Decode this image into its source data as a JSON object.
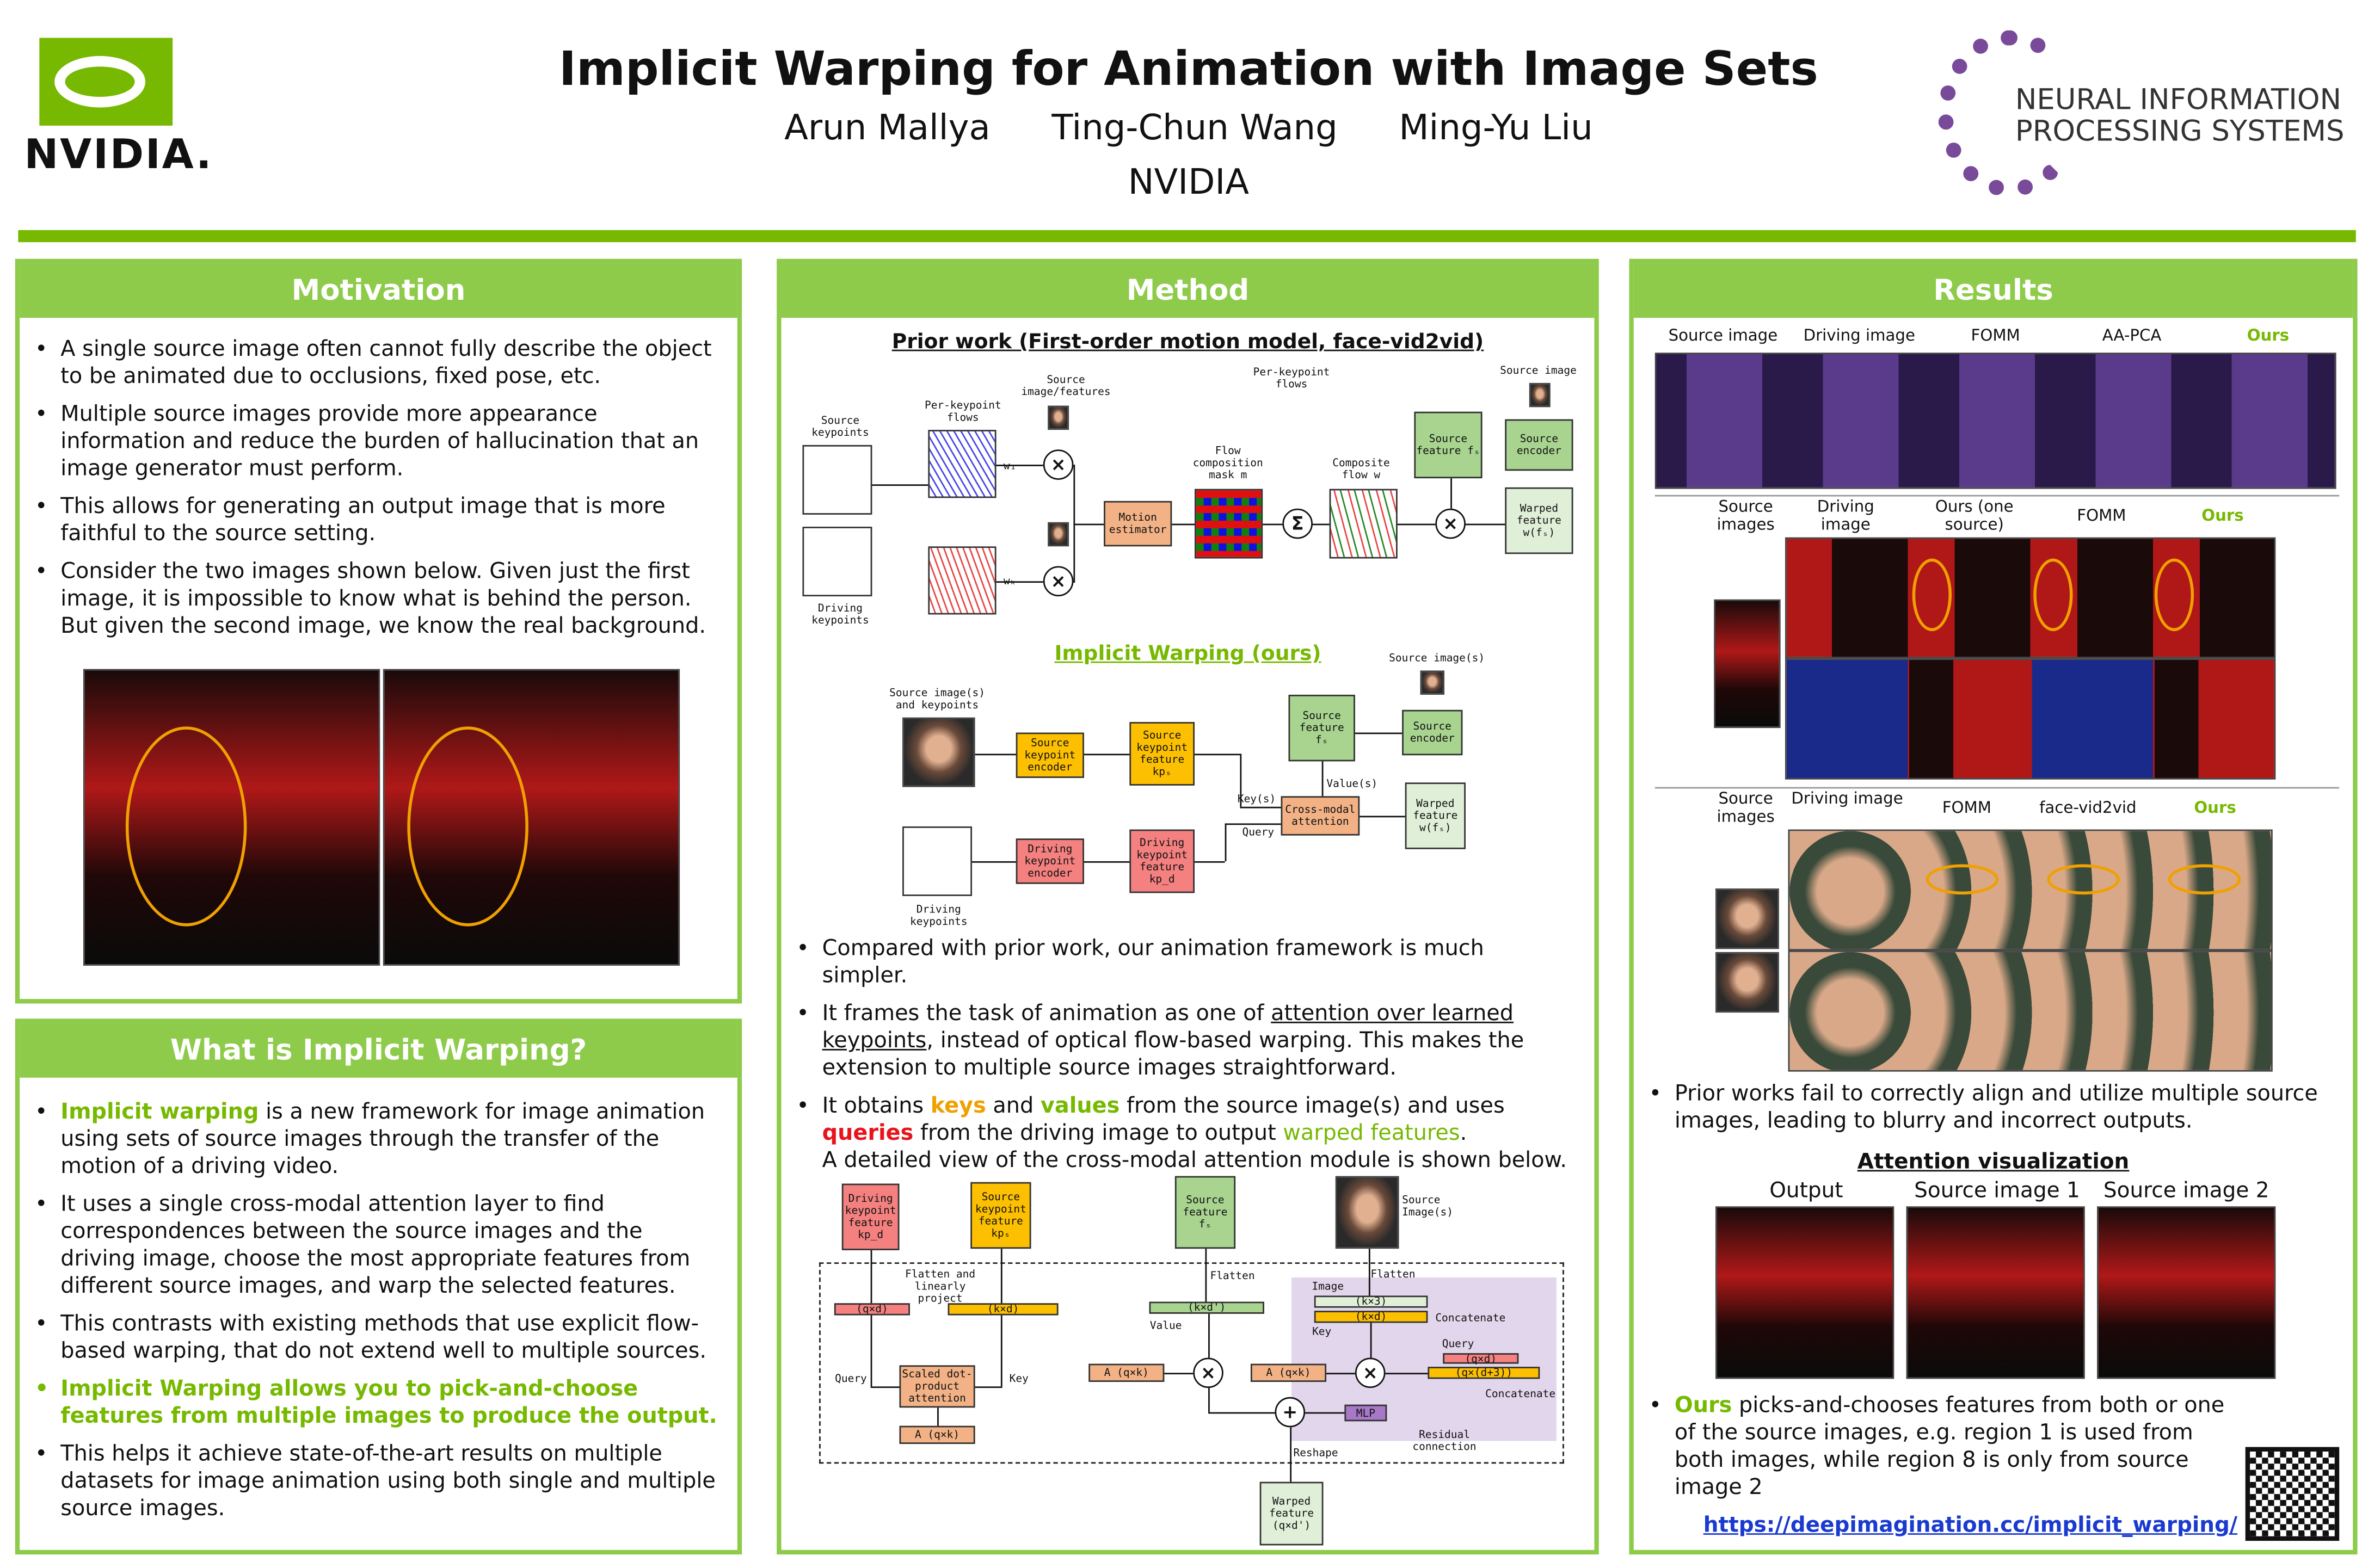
{
  "header": {
    "title": "Implicit Warping for Animation with Image Sets",
    "authors": [
      "Arun Mallya",
      "Ting-Chun Wang",
      "Ming-Yu Liu"
    ],
    "affiliation": "NVIDIA",
    "nvidia_logo": "NVIDIA.",
    "neurips": [
      "NEURAL INFORMATION",
      "PROCESSING SYSTEMS"
    ]
  },
  "colors": {
    "green": "#8ecb4a",
    "accent": "#76b900",
    "red": "#e8141c",
    "orange": "#f0a000"
  },
  "motivation": {
    "title": "Motivation",
    "bullets": [
      "A single source image often cannot fully describe the object to be animated due to occlusions, fixed pose, etc.",
      "Multiple source images provide more appearance information and reduce the burden of hallucination that an image generator must perform.",
      "This allows for generating an output image that is more faithful to the source setting.",
      "Consider the two images shown below. Given just the first image, it is impossible to know what is behind the person. But given the second image, we know the real background."
    ]
  },
  "what": {
    "title": "What is Implicit Warping?",
    "b1_hl": "Implicit warping",
    "b1": " is a new framework for image animation using sets of source images through the transfer of the motion of a driving video.",
    "bullets": [
      "It uses a single cross-modal attention layer to find correspondences between the source images and the driving image, choose the most appropriate features from different source images, and warp the selected features.",
      "This contrasts with existing methods that use explicit flow-based warping, that do not extend well to multiple sources."
    ],
    "highlight": "Implicit Warping allows you to pick-and-choose features from multiple images to produce the output.",
    "last": "This helps it achieve state-of-the-art results on multiple datasets for image animation using both single and multiple source images."
  },
  "method": {
    "title": "Method",
    "prior_title": "Prior work (First-order motion model, face-vid2vid)",
    "ours_title": "Implicit Warping (ours)",
    "prior": {
      "src_kp": "Source keypoints",
      "drv_kp": "Driving keypoints",
      "pk_flows": "Per-keypoint flows",
      "src_img_feat": "Source image/features",
      "w1": "w₁",
      "wk": "wₖ",
      "motion": "Motion estimator",
      "mask": "Flow composition mask m",
      "pk_flows2": "Per-keypoint flows",
      "sigma": "Σ",
      "composite": "Composite flow w",
      "src_feat": "Source feature fₛ",
      "src_enc": "Source encoder",
      "src_image": "Source image",
      "warped": "Warped feature w(fₛ)",
      "times": "×"
    },
    "ours": {
      "src_imgs_kp": "Source image(s) and keypoints",
      "src_kp_enc": "Source keypoint encoder",
      "src_kp_feat": "Source keypoint feature kpₛ",
      "drv_kp_enc": "Driving keypoint encoder",
      "drv_kp_feat": "Driving keypoint feature kp_d",
      "drv_kp": "Driving keypoints",
      "src_imgs": "Source image(s)",
      "src_enc": "Source encoder",
      "src_feat": "Source feature fₛ",
      "value": "Value(s)",
      "key": "Key(s)",
      "query": "Query",
      "attn": "Cross-modal attention",
      "warped": "Warped feature w(fₛ)"
    },
    "b1": "Compared with prior work, our animation framework is much simpler.",
    "b2a": "It frames the task of animation as one of ",
    "b2link": "attention over learned keypoints",
    "b2b": ", instead of optical flow-based warping. This makes the extension to multiple source images straightforward.",
    "b3a": "It obtains ",
    "keys": "keys",
    "b3b": " and ",
    "values": "values",
    "b3c": " from the source image(s) and uses ",
    "queries": "queries",
    "b3d": " from the driving image to output ",
    "warped": "warped features",
    "b3e": ".",
    "b3f": "A detailed view of the cross-modal attention module is shown below.",
    "detail": {
      "drv": "Driving keypoint feature kp_d",
      "src": "Source keypoint feature kpₛ",
      "feat": "Source feature fₛ",
      "imgs": "Source Image(s)",
      "flatten_proj": "Flatten and linearly project",
      "flatten": "Flatten",
      "flatten2": "Flatten",
      "qd": "(q×d)",
      "kd": "(k×d)",
      "kd2": "(k×d')",
      "value": "Value",
      "image": "Image",
      "k3": "(k×3)",
      "kd3": "(k×d)",
      "key": "Key",
      "concat": "Concatenate",
      "query": "Query",
      "query2": "Query",
      "key2": "Key",
      "qd2": "(q×d)",
      "qd3": "(q×(d+3))",
      "concat2": "Concatenate",
      "sdpa": "Scaled dot-product attention",
      "a1": "A (q×k)",
      "a2": "A (q×k)",
      "a3": "A (q×k)",
      "mlp": "MLP",
      "residual": "Residual connection",
      "reshape": "Reshape",
      "out": "Warped feature (q×d')",
      "times": "×",
      "plus": "+"
    }
  },
  "results": {
    "title": "Results",
    "row1": [
      "Source image",
      "Driving image",
      "FOMM",
      "AA-PCA",
      "Ours"
    ],
    "row2": [
      "Source images",
      "Driving image",
      "Ours (one source)",
      "FOMM",
      "Ours"
    ],
    "row3": [
      "Source images",
      "Driving image",
      "FOMM",
      "face-vid2vid",
      "Ours"
    ],
    "b1": "Prior works fail to correctly align and utilize multiple source images, leading to blurry and incorrect outputs.",
    "attn_title": "Attention visualization",
    "attn_cols": [
      "Output",
      "Source image 1",
      "Source image 2"
    ],
    "b2_hl": "Ours",
    "b2": " picks-and-chooses features from both or one of the source images, e.g. region 1 is used from both images, while region 8 is only from source image 2",
    "link": "https://deepimagination.cc/implicit_warping/"
  }
}
